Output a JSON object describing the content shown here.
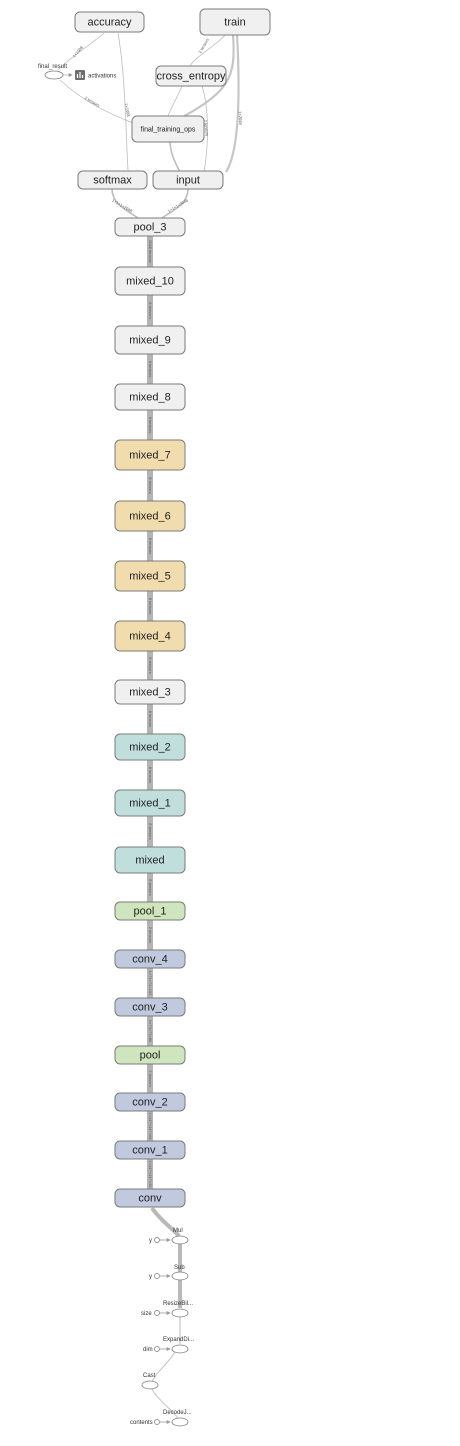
{
  "colors": {
    "node_default": "#f0f0f0",
    "mixed_orange": "#f1dcae",
    "mixed_teal": "#bfdedc",
    "pool_green": "#cfe5bd",
    "conv_blue": "#c0c9de",
    "edge_thick": "#b4b4b4",
    "edge_thin": "#a0a0a0",
    "node_stroke": "#7b7b7b"
  },
  "top_nodes": {
    "accuracy": "accuracy",
    "train": "train",
    "cross_entropy": "cross_entropy",
    "final_training_ops": "final_training_ops",
    "softmax": "softmax",
    "input": "input",
    "final_result": "final_result",
    "activations": "activations",
    "activations_icon": "bar-chart-icon"
  },
  "chain": [
    {
      "id": "pool_3",
      "label": "pool_3",
      "color": "node_default"
    },
    {
      "id": "mixed_10",
      "label": "mixed_10",
      "color": "node_default"
    },
    {
      "id": "mixed_9",
      "label": "mixed_9",
      "color": "node_default"
    },
    {
      "id": "mixed_8",
      "label": "mixed_8",
      "color": "node_default"
    },
    {
      "id": "mixed_7",
      "label": "mixed_7",
      "color": "mixed_orange"
    },
    {
      "id": "mixed_6",
      "label": "mixed_6",
      "color": "mixed_orange"
    },
    {
      "id": "mixed_5",
      "label": "mixed_5",
      "color": "mixed_orange"
    },
    {
      "id": "mixed_4",
      "label": "mixed_4",
      "color": "mixed_orange"
    },
    {
      "id": "mixed_3",
      "label": "mixed_3",
      "color": "node_default"
    },
    {
      "id": "mixed_2",
      "label": "mixed_2",
      "color": "mixed_teal"
    },
    {
      "id": "mixed_1",
      "label": "mixed_1",
      "color": "mixed_teal"
    },
    {
      "id": "mixed",
      "label": "mixed",
      "color": "mixed_teal"
    },
    {
      "id": "pool_1",
      "label": "pool_1",
      "color": "pool_green"
    },
    {
      "id": "conv_4",
      "label": "conv_4",
      "color": "conv_blue"
    },
    {
      "id": "conv_3",
      "label": "conv_3",
      "color": "conv_blue"
    },
    {
      "id": "pool",
      "label": "pool",
      "color": "pool_green"
    },
    {
      "id": "conv_2",
      "label": "conv_2",
      "color": "conv_blue"
    },
    {
      "id": "conv_1",
      "label": "conv_1",
      "color": "conv_blue"
    },
    {
      "id": "conv",
      "label": "conv",
      "color": "conv_blue"
    }
  ],
  "chain_edge_labels": [
    "2048 tensors",
    "8 tensors",
    "8 tensors",
    "8 tensors",
    "8 tensors",
    "8 tensors",
    "8 tensors",
    "8 tensors",
    "8 tensors",
    "8 tensors",
    "8 tensors",
    "8 tensors",
    "2 tensors",
    "1×71×71×192",
    "1×73×73×80",
    "2 tensors",
    "1×147×147×64",
    "1×147×147×32"
  ],
  "preprocessing": {
    "mul": "Mul",
    "mul_input": "y",
    "sub": "Sub",
    "sub_input": "y",
    "resize": "ResizeBil...",
    "resize_input": "size",
    "expand": "ExpandDi...",
    "expand_input": "dim",
    "cast": "Cast",
    "decode": "DecodeJ...",
    "decode_input": "contents"
  },
  "top_edge_labels": {
    "acc_result": "1×1008",
    "acc_input": "1×1008",
    "final_to_train": "2 tensors",
    "xent_to_ops": "2 tensors",
    "train_to_input": "1×2048",
    "ops_to_input": "2 tensors",
    "softmax_pool": "1×1×1×2048",
    "input_pool": "1×1×1×2048"
  }
}
